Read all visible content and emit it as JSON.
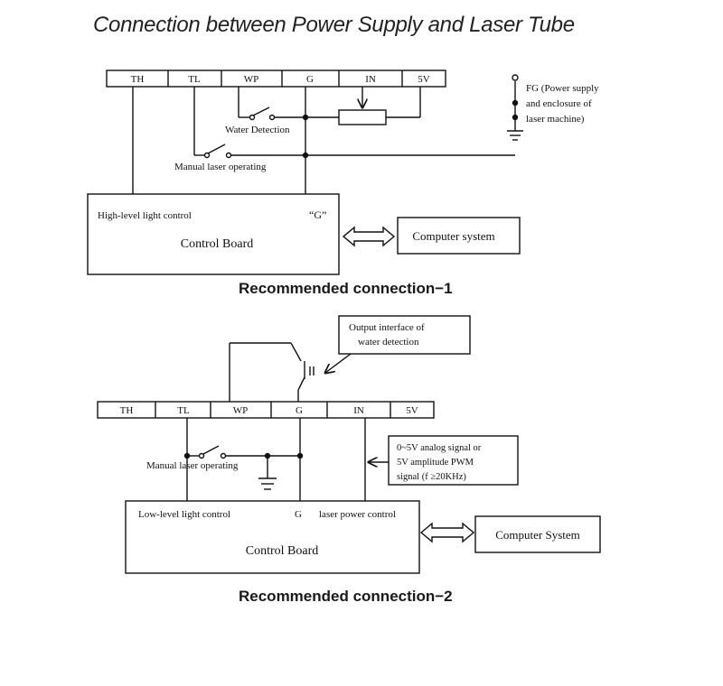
{
  "title": "Connection between Power Supply and Laser Tube",
  "connection1": {
    "caption": "Recommended connection−1",
    "terminals": [
      "TH",
      "TL",
      "WP",
      "G",
      "IN",
      "5V"
    ],
    "water_detection": "Water Detection",
    "manual_laser": "Manual laser operating",
    "fg_note": [
      "FG  (Power   supply",
      "and    enclosure    of",
      "laser machine)"
    ],
    "control_board": {
      "left_label": "High-level light control",
      "g_label": "“G”",
      "name": "Control Board"
    },
    "computer": "Computer system"
  },
  "connection2": {
    "caption": "Recommended connection−2",
    "terminals": [
      "TH",
      "TL",
      "WP",
      "G",
      "IN",
      "5V"
    ],
    "output_note": [
      "Output     interface     of",
      "water detection"
    ],
    "manual_laser": "Manual laser operating",
    "signal_note": [
      "0~5V analog signal or",
      "5V    amplitude   PWM",
      "signal (f  ≥20KHz)"
    ],
    "control_board": {
      "left_label": "Low-level light control",
      "g_label": "G",
      "right_label": "laser power control",
      "name": "Control Board"
    },
    "computer": "Computer System"
  }
}
